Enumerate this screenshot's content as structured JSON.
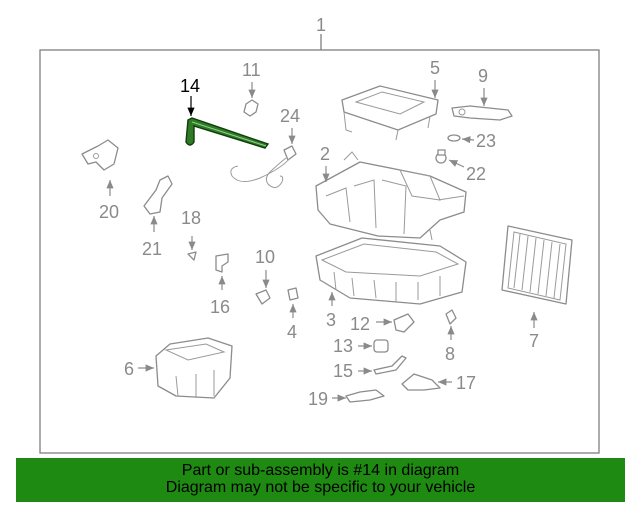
{
  "diagram": {
    "assembly_label": "1",
    "highlighted_part": "14",
    "callouts": [
      "2",
      "3",
      "4",
      "5",
      "6",
      "7",
      "8",
      "9",
      "10",
      "11",
      "12",
      "13",
      "15",
      "16",
      "17",
      "18",
      "19",
      "20",
      "21",
      "22",
      "23",
      "24"
    ],
    "colors": {
      "frame": "#808080",
      "parts": "#8c8c8c",
      "highlight": "#1f6b1a",
      "banner": "#1f8a12"
    }
  },
  "banner": {
    "line1": "Part or sub-assembly is #14 in diagram",
    "line2": "Diagram may not be specific to your vehicle"
  }
}
